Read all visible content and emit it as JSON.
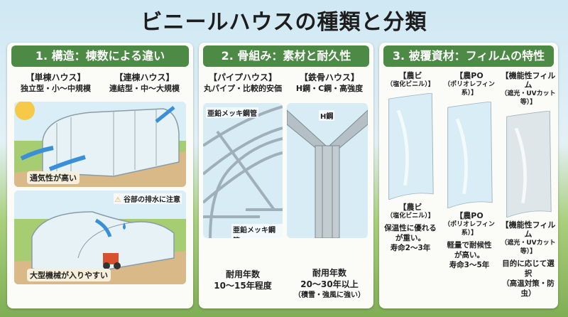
{
  "title": "ビニールハウスの種類と分類",
  "colors": {
    "header_green": "#4d8a45",
    "sky": "#cfe8f3",
    "field": "#7fae55"
  },
  "panel1": {
    "header": "1. 構造：棟数による違い",
    "single": {
      "name": "【単棟ハウス】",
      "desc": "独立型・小〜中規模",
      "caption": "通気性が高い"
    },
    "multi": {
      "name": "【連棟ハウス】",
      "desc": "連結型・中〜大規模",
      "warning": "谷部の排水に注意",
      "caption": "大型機械が入りやすい",
      "warning_icon": "warning-triangle-icon"
    }
  },
  "panel2": {
    "header": "2. 骨組み：素材と耐久性",
    "pipe": {
      "name": "【パイプハウス】",
      "desc": "丸パイプ・比較的安価",
      "label_top": "亜鉛メッキ鋼管",
      "label_bottom": "亜鉛メッキ鋼管",
      "life_title": "耐用年数",
      "life": "10〜15年程度"
    },
    "steel": {
      "name": "【鉄骨ハウス】",
      "desc": "H鋼・C鋼・高強度",
      "label": "H鋼",
      "life_title": "耐用年数",
      "life": "20〜30年以上",
      "note": "（積雪・強風に強い）"
    }
  },
  "panel3": {
    "header": "3. 被覆資材：フィルムの特性",
    "films": [
      {
        "name": "【農ビ",
        "sub": "（塩化ビニル）】",
        "desc": [
          "保温性に優れる",
          "が重い。",
          "寿命2〜3年"
        ]
      },
      {
        "name": "【農PO",
        "sub": "（ポリオレフィン系）】",
        "desc": [
          "軽量で耐候性",
          "が高い。",
          "寿命3〜5年"
        ]
      },
      {
        "name": "【機能性フィルム",
        "sub": "（遮光・UVカット等）】",
        "desc": [
          "目的に応じて選択",
          "（高温対策・防虫）"
        ]
      }
    ]
  }
}
